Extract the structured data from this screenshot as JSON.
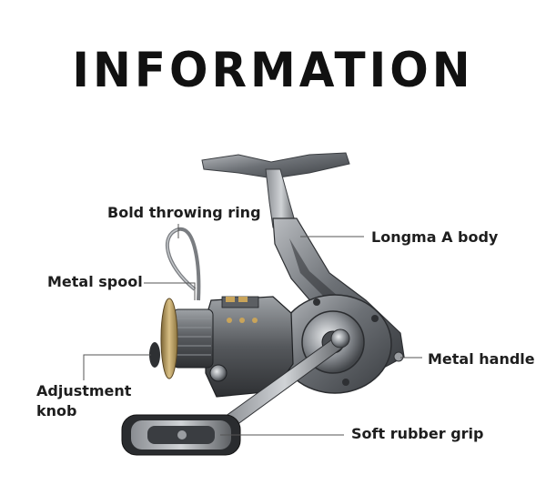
{
  "title": "INFORMATION",
  "labels": {
    "throwing_ring": "Bold throwing ring",
    "metal_spool": "Metal spool",
    "adjustment_knob": "Adjustment\nknob",
    "longma_body": "Longma A body",
    "metal_handle": "Metal handle",
    "soft_grip": "Soft rubber grip"
  },
  "colors": {
    "background": "#ffffff",
    "text": "#1e1e1e",
    "reel_body": "#6e7176",
    "spool_gold": "#c4a86a",
    "leader_line": "#555555"
  }
}
